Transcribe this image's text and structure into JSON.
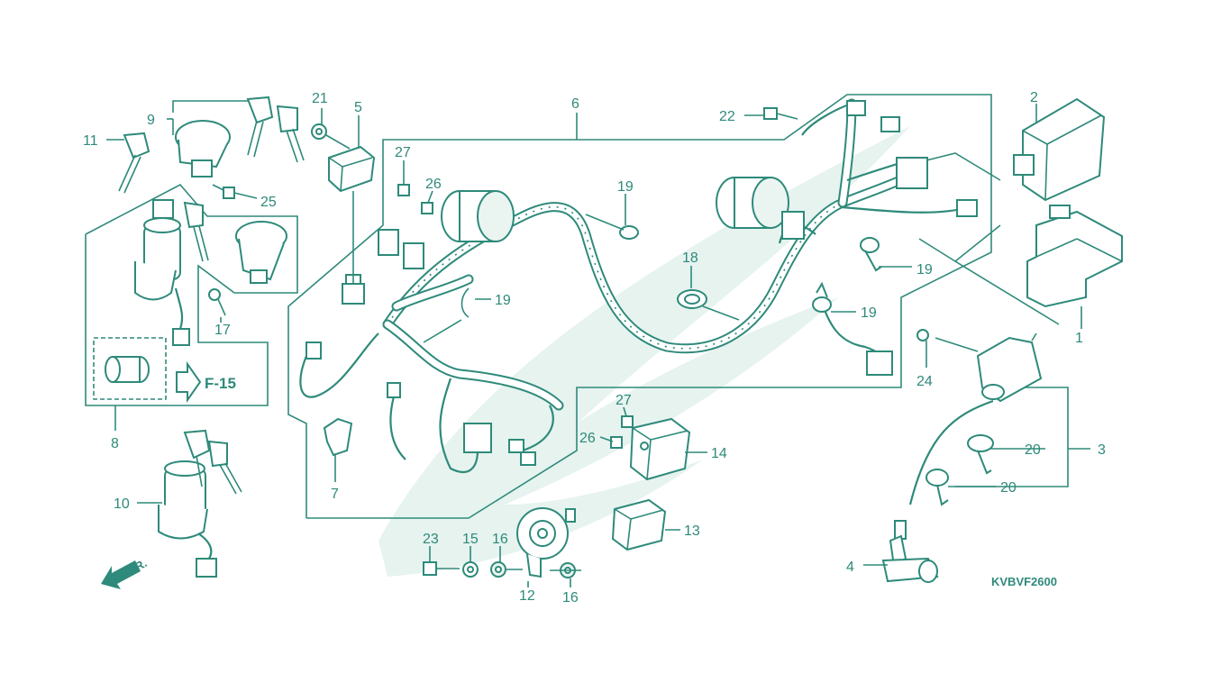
{
  "diagram": {
    "code": "KVBVF2600",
    "reference": "F-15",
    "front_marker": "FR.",
    "colors": {
      "line": "#2e8a7a",
      "watermark": "#e6f3ef",
      "background": "#ffffff"
    },
    "callouts": {
      "c1": "1",
      "c2": "2",
      "c3": "3",
      "c4": "4",
      "c5": "5",
      "c6": "6",
      "c7": "7",
      "c8": "8",
      "c9": "9",
      "c10": "10",
      "c11": "11",
      "c12": "12",
      "c13": "13",
      "c14": "14",
      "c15": "15",
      "c16a": "16",
      "c16b": "16",
      "c17": "17",
      "c18": "18",
      "c19a": "19",
      "c19b": "19",
      "c19c": "19",
      "c19d": "19",
      "c20a": "20",
      "c20b": "20",
      "c21": "21",
      "c22": "22",
      "c23": "23",
      "c24": "24",
      "c25": "25",
      "c26a": "26",
      "c26b": "26",
      "c27a": "27",
      "c27b": "27"
    }
  }
}
